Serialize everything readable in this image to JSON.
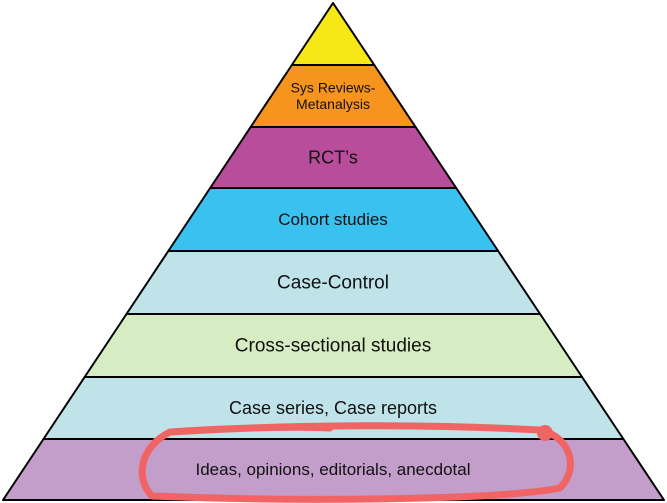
{
  "diagram": {
    "tiers": [
      {
        "label_lines": [],
        "color": "#F5E816"
      },
      {
        "label_lines": [
          "Sys Reviews-",
          "Metanalysis"
        ],
        "color": "#F7941D"
      },
      {
        "label_lines": [
          "RCT’s"
        ],
        "color": "#B84E9B"
      },
      {
        "label_lines": [
          "Cohort studies"
        ],
        "color": "#39C1F0"
      },
      {
        "label_lines": [
          "Case-Control"
        ],
        "color": "#BFE3E8"
      },
      {
        "label_lines": [
          "Cross-sectional studies"
        ],
        "color": "#D6EDC3"
      },
      {
        "label_lines": [
          "Case series, Case reports"
        ],
        "color": "#BFE3E8"
      },
      {
        "label_lines": [
          "Ideas, opinions, editorials, anecdotal"
        ],
        "color": "#C39ECB"
      }
    ],
    "highlight_color": "#F06464"
  }
}
